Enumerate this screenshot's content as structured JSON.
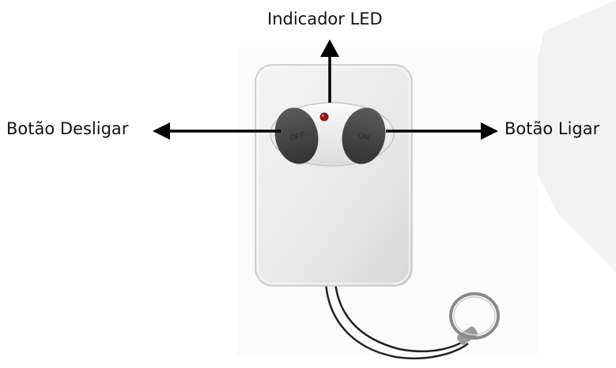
{
  "labels": {
    "led_indicator": "Indicador LED",
    "off_button": "Botão Desligar",
    "on_button": "Botão Ligar"
  },
  "remote": {
    "off_key_text": "OFF",
    "on_key_text": "ON",
    "body_color": "#ebebeb",
    "key_color": "#4a4a4a",
    "led_color": "#8b1a1a"
  },
  "background": {
    "page_color": "#ffffff",
    "backdrop_color": "#f2f2f2"
  }
}
